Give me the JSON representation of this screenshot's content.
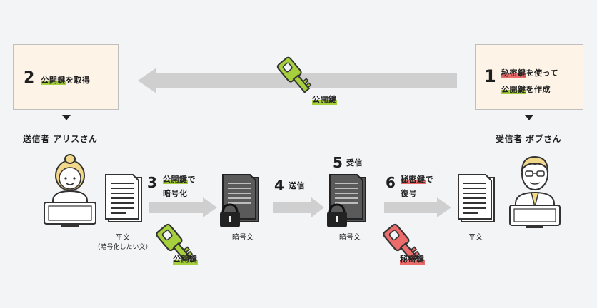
{
  "step1": {
    "num": "1",
    "line1": "秘密鍵",
    "line1_rest": "を使って",
    "line2": "公開鍵",
    "line2_rest": "を作成"
  },
  "step2": {
    "num": "2",
    "key": "公開鍵",
    "rest": "を取得"
  },
  "step3": {
    "num": "3",
    "key": "公開鍵",
    "rest": "で",
    "line2": "暗号化"
  },
  "step4": {
    "num": "4",
    "text": "送信"
  },
  "step5": {
    "num": "5",
    "text": "受信"
  },
  "step6": {
    "num": "6",
    "key": "秘密鍵",
    "rest": "で",
    "line2": "復号"
  },
  "top_key_label": "公開鍵",
  "sender": "送信者 アリスさん",
  "receiver": "受信者 ボブさん",
  "doc_plain_left": "平文",
  "doc_plain_left_sub": "（暗号化したい文）",
  "doc_cipher_1": "暗号文",
  "doc_cipher_2": "暗号文",
  "doc_plain_right": "平文",
  "bottom_left_key_label": "公開鍵",
  "bottom_right_key_label": "秘密鍵",
  "colors": {
    "green": "#a6cf3c",
    "red": "#ec6b6b",
    "box_bg": "#fdf3e7",
    "arrow": "#cfcfcf"
  }
}
